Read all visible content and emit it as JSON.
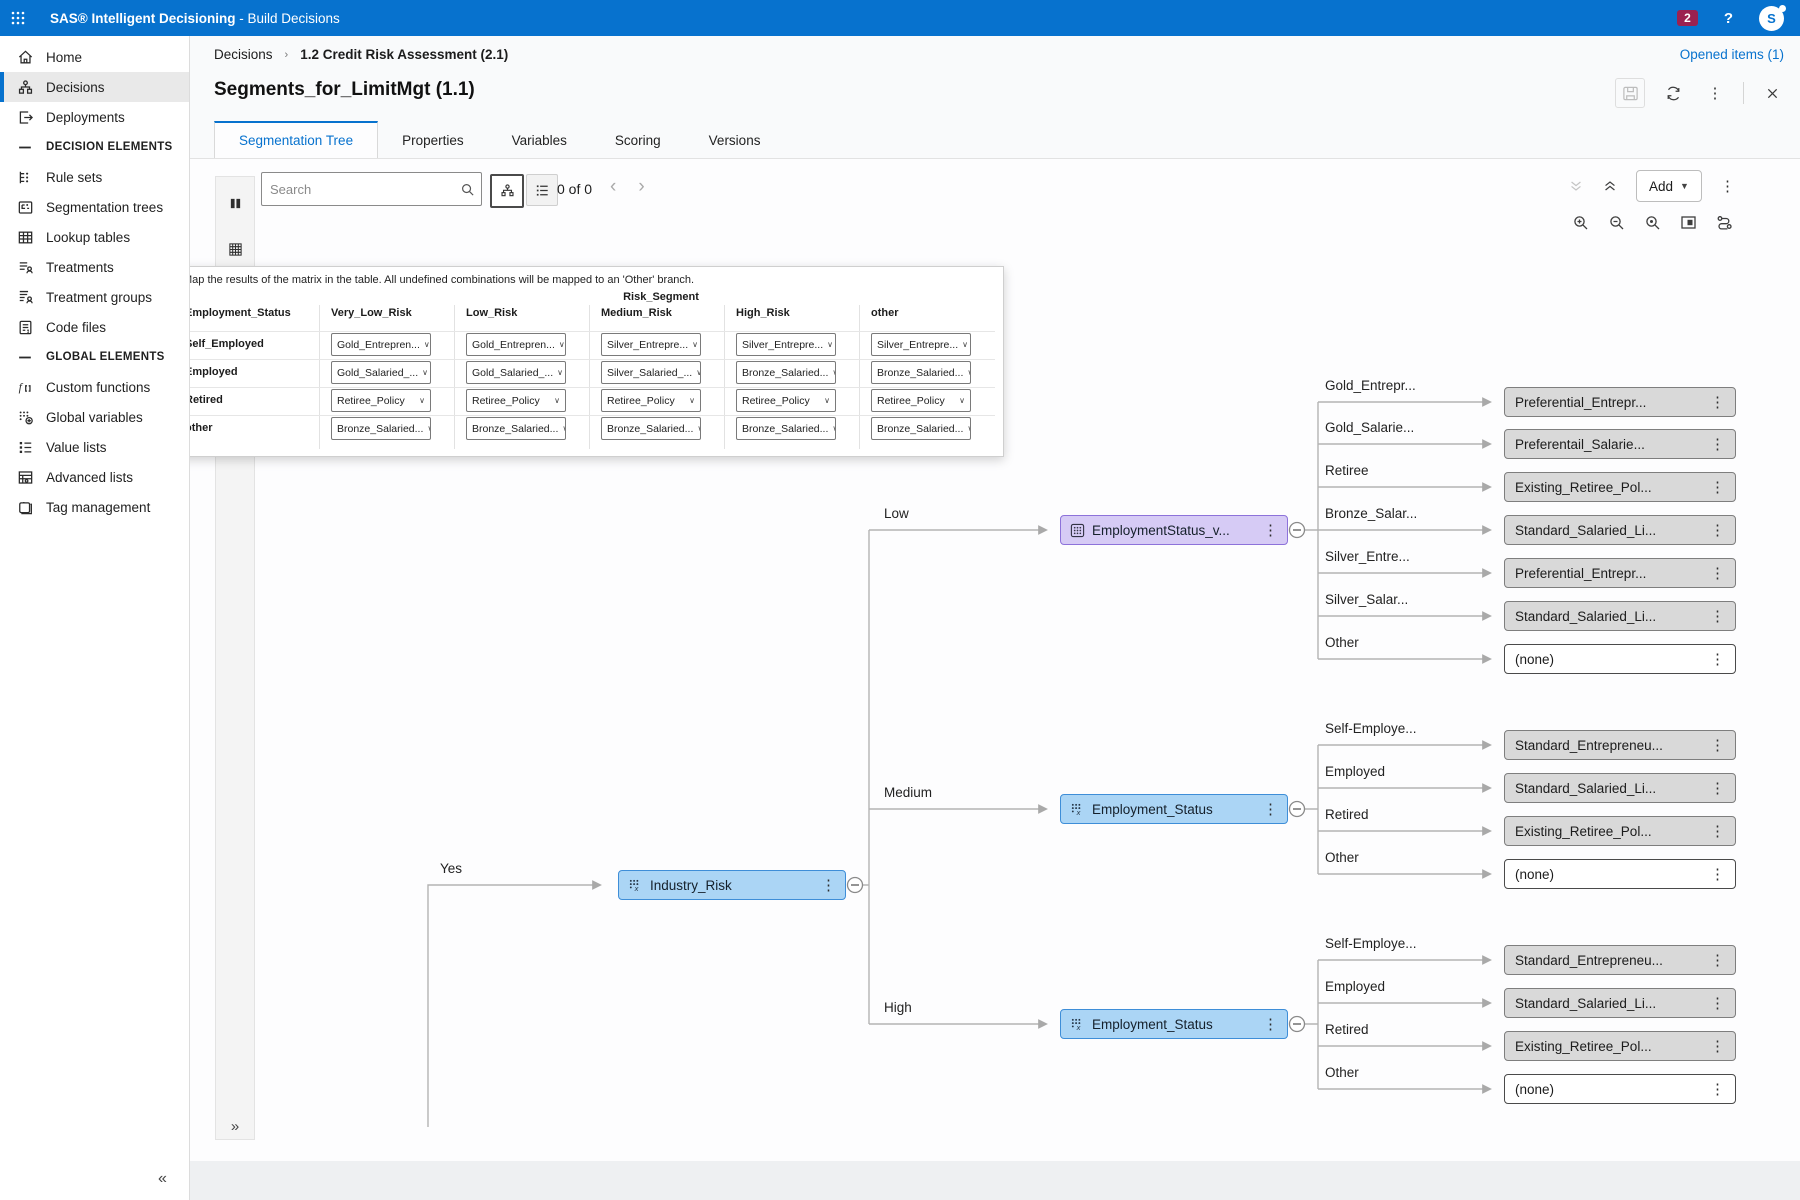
{
  "topbar": {
    "brand": "SAS® Intelligent Decisioning",
    "brand_suffix": " - Build Decisions",
    "badge": "2",
    "help": "?",
    "avatar": "S"
  },
  "sidebar": {
    "items": [
      "Home",
      "Decisions",
      "Deployments",
      "DECISION ELEMENTS",
      "Rule sets",
      "Segmentation trees",
      "Lookup tables",
      "Treatments",
      "Treatment groups",
      "Code files",
      "GLOBAL ELEMENTS",
      "Custom functions",
      "Global variables",
      "Value lists",
      "Advanced lists",
      "Tag management"
    ],
    "collapse": "«"
  },
  "header": {
    "breadcrumb_root": "Decisions",
    "breadcrumb_sep": "›",
    "breadcrumb_current": "1.2 Credit Risk Assessment (2.1)",
    "opened_items": "Opened items (1)",
    "title": "Segments_for_LimitMgt (1.1)",
    "tabs": [
      "Segmentation Tree",
      "Properties",
      "Variables",
      "Scoring",
      "Versions"
    ]
  },
  "toolbar": {
    "search_placeholder": "Search",
    "count": "0 of 0",
    "prev": "‹",
    "next": "›",
    "add_label": "Add",
    "expand": "»"
  },
  "matrix": {
    "instruction": "Map the results of the matrix in the table. All undefined combinations will be mapped to an 'Other' branch.",
    "group_header": "Risk_Segment",
    "columns": [
      "Employment_Status",
      "Very_Low_Risk",
      "Low_Risk",
      "Medium_Risk",
      "High_Risk",
      "other"
    ],
    "rows": [
      {
        "label": "Self_Employed",
        "cells": [
          "Gold_Entrepren...",
          "Gold_Entrepren...",
          "Silver_Entrepre...",
          "Silver_Entrepre...",
          "Silver_Entrepre..."
        ]
      },
      {
        "label": "Employed",
        "cells": [
          "Gold_Salaried_...",
          "Gold_Salaried_...",
          "Silver_Salaried_...",
          "Bronze_Salaried...",
          "Bronze_Salaried..."
        ]
      },
      {
        "label": "Retired",
        "cells": [
          "Retiree_Policy",
          "Retiree_Policy",
          "Retiree_Policy",
          "Retiree_Policy",
          "Retiree_Policy"
        ]
      },
      {
        "label": "other",
        "cells": [
          "Bronze_Salaried...",
          "Bronze_Salaried...",
          "Bronze_Salaried...",
          "Bronze_Salaried...",
          "Bronze_Salaried..."
        ]
      }
    ]
  },
  "tree": {
    "root_branch_label": "Yes",
    "root_label": "Industry_Risk",
    "branches": [
      {
        "label": "Low",
        "node": "EmploymentStatus_v...",
        "leaves": [
          {
            "label": "Gold_Entrepr...",
            "value": "Preferential_Entrepr..."
          },
          {
            "label": "Gold_Salarie...",
            "value": "Preferentail_Salarie..."
          },
          {
            "label": "Retiree",
            "value": "Existing_Retiree_Pol..."
          },
          {
            "label": "Bronze_Salar...",
            "value": "Standard_Salaried_Li..."
          },
          {
            "label": "Silver_Entre...",
            "value": "Preferential_Entrepr..."
          },
          {
            "label": "Silver_Salar...",
            "value": "Standard_Salaried_Li..."
          },
          {
            "label": "Other",
            "value": "(none)"
          }
        ]
      },
      {
        "label": "Medium",
        "node": "Employment_Status",
        "leaves": [
          {
            "label": "Self-Employe...",
            "value": "Standard_Entrepreneu..."
          },
          {
            "label": "Employed",
            "value": "Standard_Salaried_Li..."
          },
          {
            "label": "Retired",
            "value": "Existing_Retiree_Pol..."
          },
          {
            "label": "Other",
            "value": "(none)"
          }
        ]
      },
      {
        "label": "High",
        "node": "Employment_Status",
        "leaves": [
          {
            "label": "Self-Employe...",
            "value": "Standard_Entrepreneu..."
          },
          {
            "label": "Employed",
            "value": "Standard_Salaried_Li..."
          },
          {
            "label": "Retired",
            "value": "Existing_Retiree_Pol..."
          },
          {
            "label": "Other",
            "value": "(none)"
          }
        ]
      }
    ]
  }
}
